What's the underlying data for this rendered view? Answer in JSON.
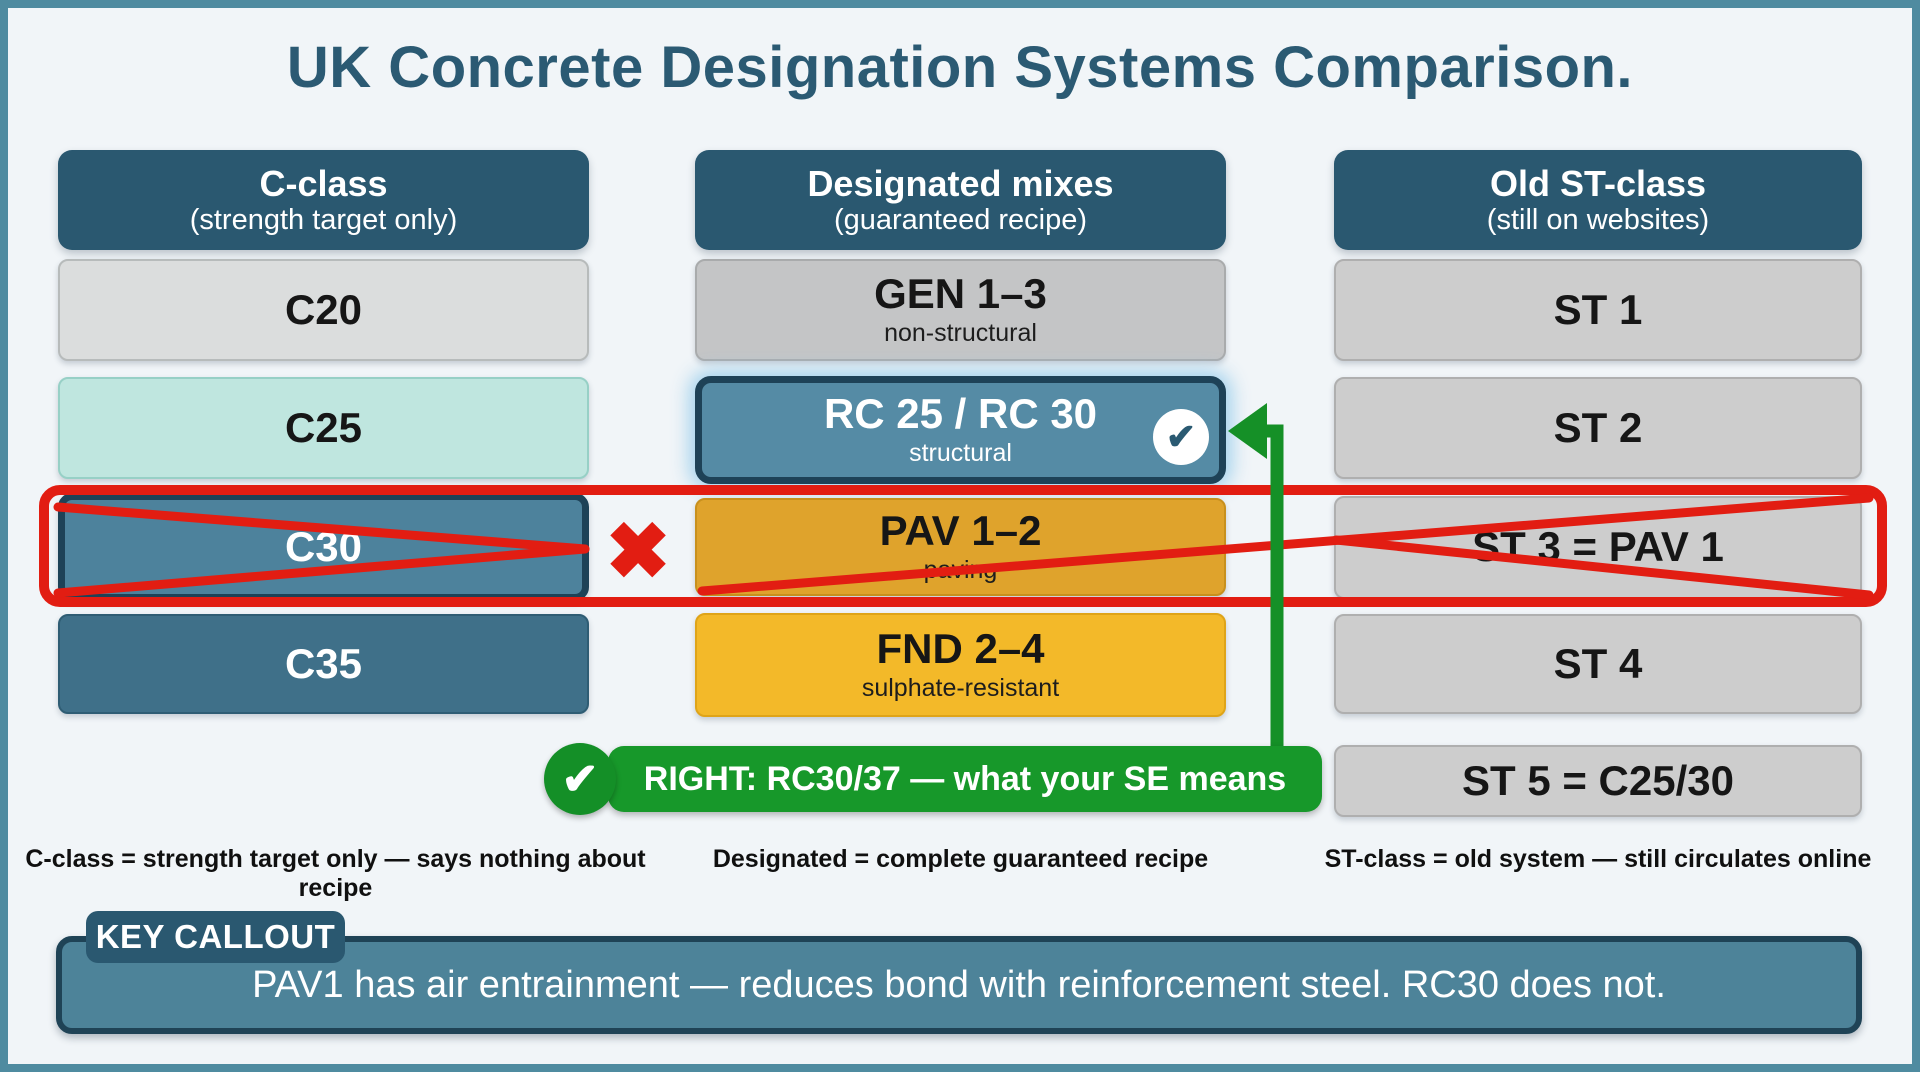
{
  "title": "UK Concrete Designation Systems Comparison.",
  "colors": {
    "frame_border": "#4f8ba0",
    "background": "#f1f5f8",
    "header_bg": "#2a5870",
    "title_text": "#2b5a73",
    "cross_red": "#e21d12",
    "banner_green": "#17982a",
    "arrow_green": "#159027",
    "rc_fill": "#558ba5",
    "rc_border": "#1e4257",
    "c30_fill": "#4d829c",
    "c35_fill": "#3f7089",
    "c25_fill": "#bfe6df",
    "c20_fill": "#dbdddd",
    "gen_fill": "#c4c5c6",
    "pav_fill": "#dfa32c",
    "fnd_fill": "#f3b929",
    "st_fill": "#cdcdcd",
    "callout_fill": "#4d8399"
  },
  "columns": [
    {
      "header": {
        "title": "C-class",
        "subtitle": "(strength target only)"
      },
      "rows": [
        {
          "label": "C20"
        },
        {
          "label": "C25"
        },
        {
          "label": "C30"
        },
        {
          "label": "C35"
        }
      ],
      "footnote": "C-class = strength target only — says nothing about recipe"
    },
    {
      "header": {
        "title": "Designated mixes",
        "subtitle": "(guaranteed recipe)"
      },
      "rows": [
        {
          "label": "GEN 1–3",
          "sublabel": "non-structural"
        },
        {
          "label": "RC 25 / RC 30",
          "sublabel": "structural"
        },
        {
          "label": "PAV 1–2",
          "sublabel": "paving"
        },
        {
          "label": "FND 2–4",
          "sublabel": "sulphate-resistant"
        }
      ],
      "footnote": "Designated = complete guaranteed recipe"
    },
    {
      "header": {
        "title": "Old ST-class",
        "subtitle": "(still on websites)"
      },
      "rows": [
        {
          "label": "ST 1"
        },
        {
          "label": "ST 2"
        },
        {
          "label": "ST 3 = PAV 1"
        },
        {
          "label": "ST 4"
        },
        {
          "label": "ST 5 = C25/30"
        }
      ],
      "footnote": "ST-class = old system — still circulates online"
    }
  ],
  "annotations": {
    "rc_check_glyph": "✔",
    "wrong_mark": "✖",
    "right_check_glyph": "✔",
    "right_banner": "RIGHT: RC30/37 — what your SE means"
  },
  "key_callout": {
    "tag": "KEY CALLOUT",
    "text": "PAV1 has air entrainment — reduces bond with reinforcement steel. RC30 does not."
  }
}
